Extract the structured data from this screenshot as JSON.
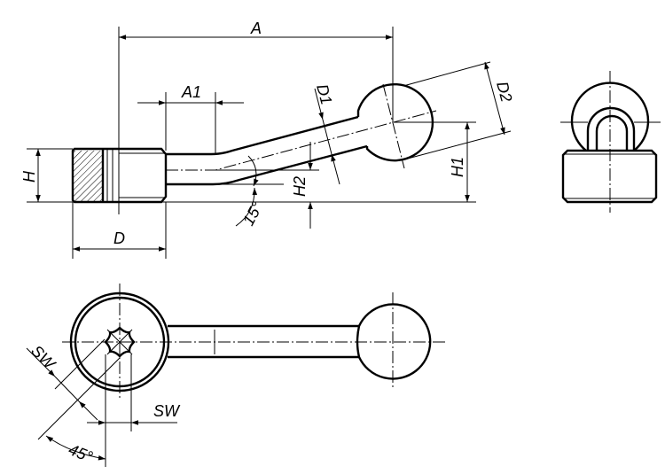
{
  "drawing": {
    "side_view_labels": {
      "A": "A",
      "A1": "A1",
      "D1": "D1",
      "D2": "D2",
      "H": "H",
      "H1": "H1",
      "H2": "H2",
      "D": "D",
      "angle": "15°"
    },
    "top_view_labels": {
      "sw_diagonal": "SW",
      "sw_horizontal": "SW",
      "angle": "45°"
    },
    "colors": {
      "line": "#000000",
      "background": "#ffffff"
    }
  }
}
